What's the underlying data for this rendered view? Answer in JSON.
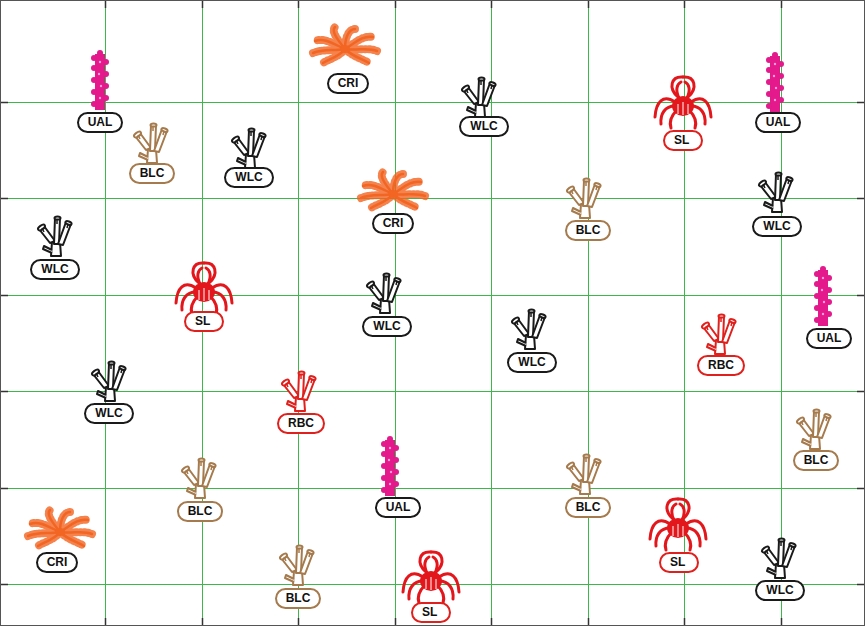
{
  "diagram": {
    "nodes": [
      {
        "text": [
          "CRI"
        ]
      },
      {
        "text": [
          "UAL"
        ]
      },
      {
        "text": [
          "WLC"
        ]
      },
      {
        "text": [
          "SL"
        ]
      },
      {
        "text": [
          "UAL"
        ]
      },
      {
        "text": [
          "BLC"
        ]
      },
      {
        "text": [
          "WLC"
        ]
      },
      {
        "text": [
          "CRI"
        ]
      },
      {
        "text": [
          "BLC"
        ]
      },
      {
        "text": [
          "WLC"
        ]
      },
      {
        "text": [
          "WLC"
        ]
      },
      {
        "text": [
          "SL"
        ]
      },
      {
        "text": [
          "WLC"
        ]
      },
      {
        "text": [
          "UAL"
        ]
      },
      {
        "text": [
          "WLC"
        ]
      },
      {
        "text": [
          "RBC"
        ]
      },
      {
        "text": [
          "WLC"
        ]
      },
      {
        "text": [
          "RBC"
        ]
      },
      {
        "text": [
          "BLC"
        ]
      },
      {
        "text": [
          "BLC"
        ]
      },
      {
        "text": [
          "UAL"
        ]
      },
      {
        "text": [
          "BLC"
        ]
      },
      {
        "text": [
          "CRI"
        ]
      },
      {
        "text": [
          "SL"
        ]
      },
      {
        "text": [
          "WLC"
        ]
      },
      {
        "text": [
          "BLC"
        ]
      },
      {
        "text": [
          "SL"
        ]
      }
    ]
  }
}
